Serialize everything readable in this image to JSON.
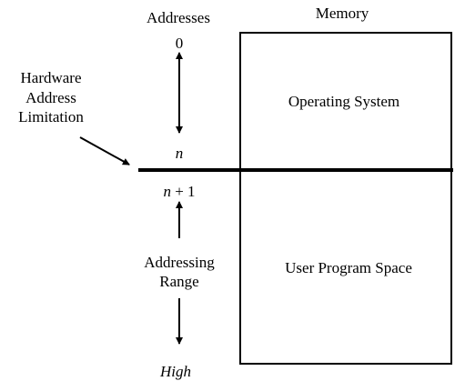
{
  "diagram": {
    "addresses_label": "Addresses",
    "memory_label": "Memory",
    "address_zero": "0",
    "address_n": "n",
    "address_n_plus_1": "n + 1",
    "address_high": "High",
    "hardware_label_line1": "Hardware",
    "hardware_label_line2": "Address",
    "hardware_label_line3": "Limitation",
    "addressing_range_line1": "Addressing",
    "addressing_range_line2": "Range",
    "os_region_label": "Operating System",
    "user_region_label": "User Program Space"
  },
  "colors": {
    "ink": "#000000",
    "background": "#ffffff"
  }
}
